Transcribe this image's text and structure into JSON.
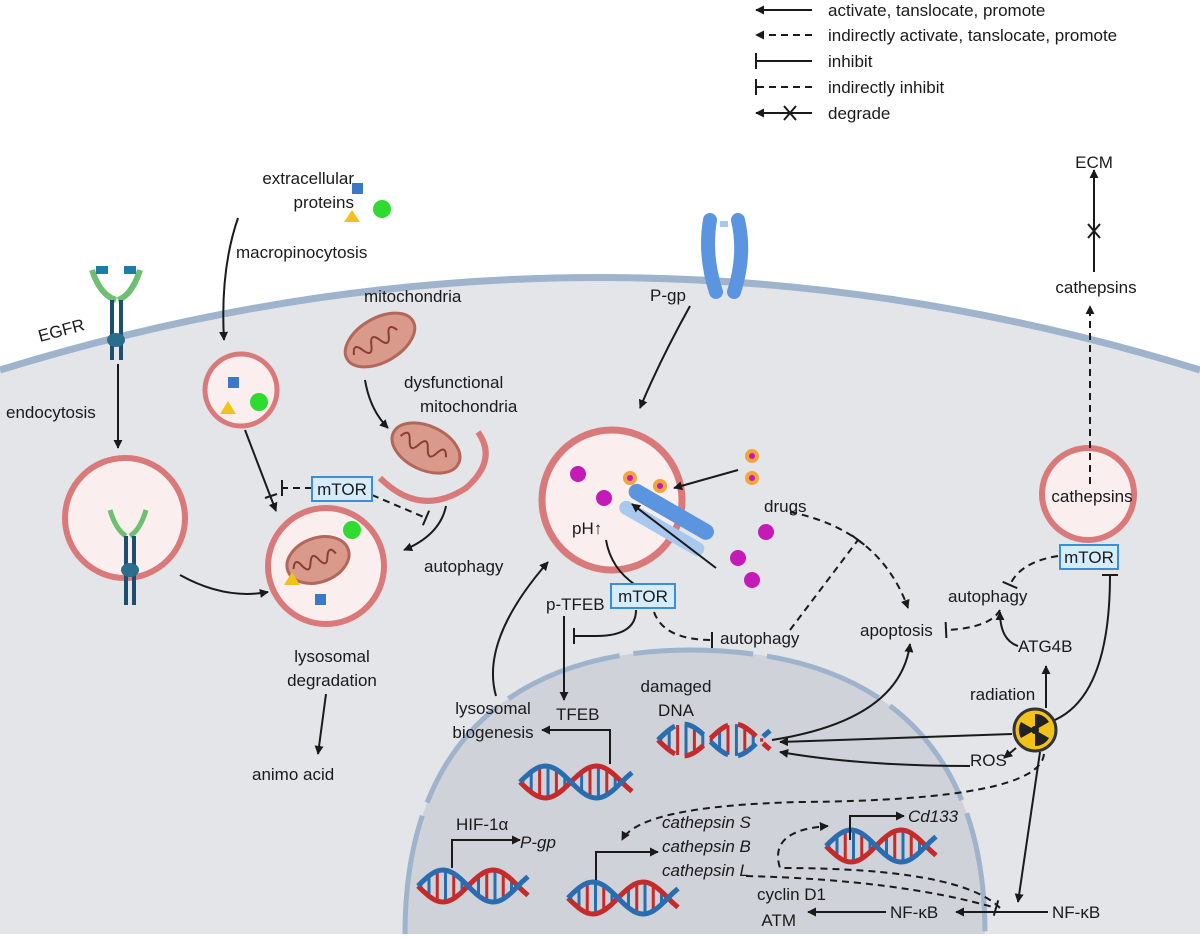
{
  "legend": {
    "activate": "activate, tanslocate, promote",
    "indirect_activate": "indirectly activate, tanslocate, promote",
    "inhibit": "inhibit",
    "indirect_inhibit": "indirectly inhibit",
    "degrade": "degrade"
  },
  "labels": {
    "extracellular": [
      "extracellular",
      "proteins"
    ],
    "macropinocytosis": "macropinocytosis",
    "mitochondria": "mitochondria",
    "dysfunctional": [
      "dysfunctional",
      "mitochondria"
    ],
    "egfr": "EGFR",
    "endocytosis": "endocytosis",
    "mtor": "mTOR",
    "autophagy": "autophagy",
    "lysosomal_degradation": [
      "lysosomal",
      "degradation"
    ],
    "amino_acid": "animo acid",
    "pgp": "P-gp",
    "drugs": "drugs",
    "ph": "pH↑",
    "p_tfeb": "p-TFEB",
    "tfeb": "TFEB",
    "lysosomal_biogenesis": [
      "lysosomal",
      "biogenesis"
    ],
    "damaged_dna": [
      "damaged",
      "DNA"
    ],
    "apoptosis": "apoptosis",
    "atg4b": "ATG4B",
    "radiation": "radiation",
    "ros": "ROS",
    "ecm": "ECM",
    "cathepsins": "cathepsins",
    "hif": "HIF-1α",
    "p_gp_gene": "P-gp",
    "cathepsin_s": "cathepsin S",
    "cathepsin_b": "cathepsin B",
    "cathepsin_l": "cathepsin L",
    "cd133": "Cd133",
    "cyclin": "cyclin D1",
    "atm": "ATM",
    "nfkb": "NF-κB"
  },
  "colors": {
    "cell": "#e3e5e9",
    "membrane": "#9fb3cc",
    "lysosome_ring": "#d9797a",
    "lysosome_fill": "#fbeeee",
    "nucleus": "#cfd2d8",
    "mtor_fill": "#d6ecfb",
    "mtor_stroke": "#3b8fd6",
    "drug": "#c31ab8",
    "dna_red": "#c62b2b",
    "dna_blue": "#2a6cb0",
    "pgp": "#5b95e0"
  }
}
